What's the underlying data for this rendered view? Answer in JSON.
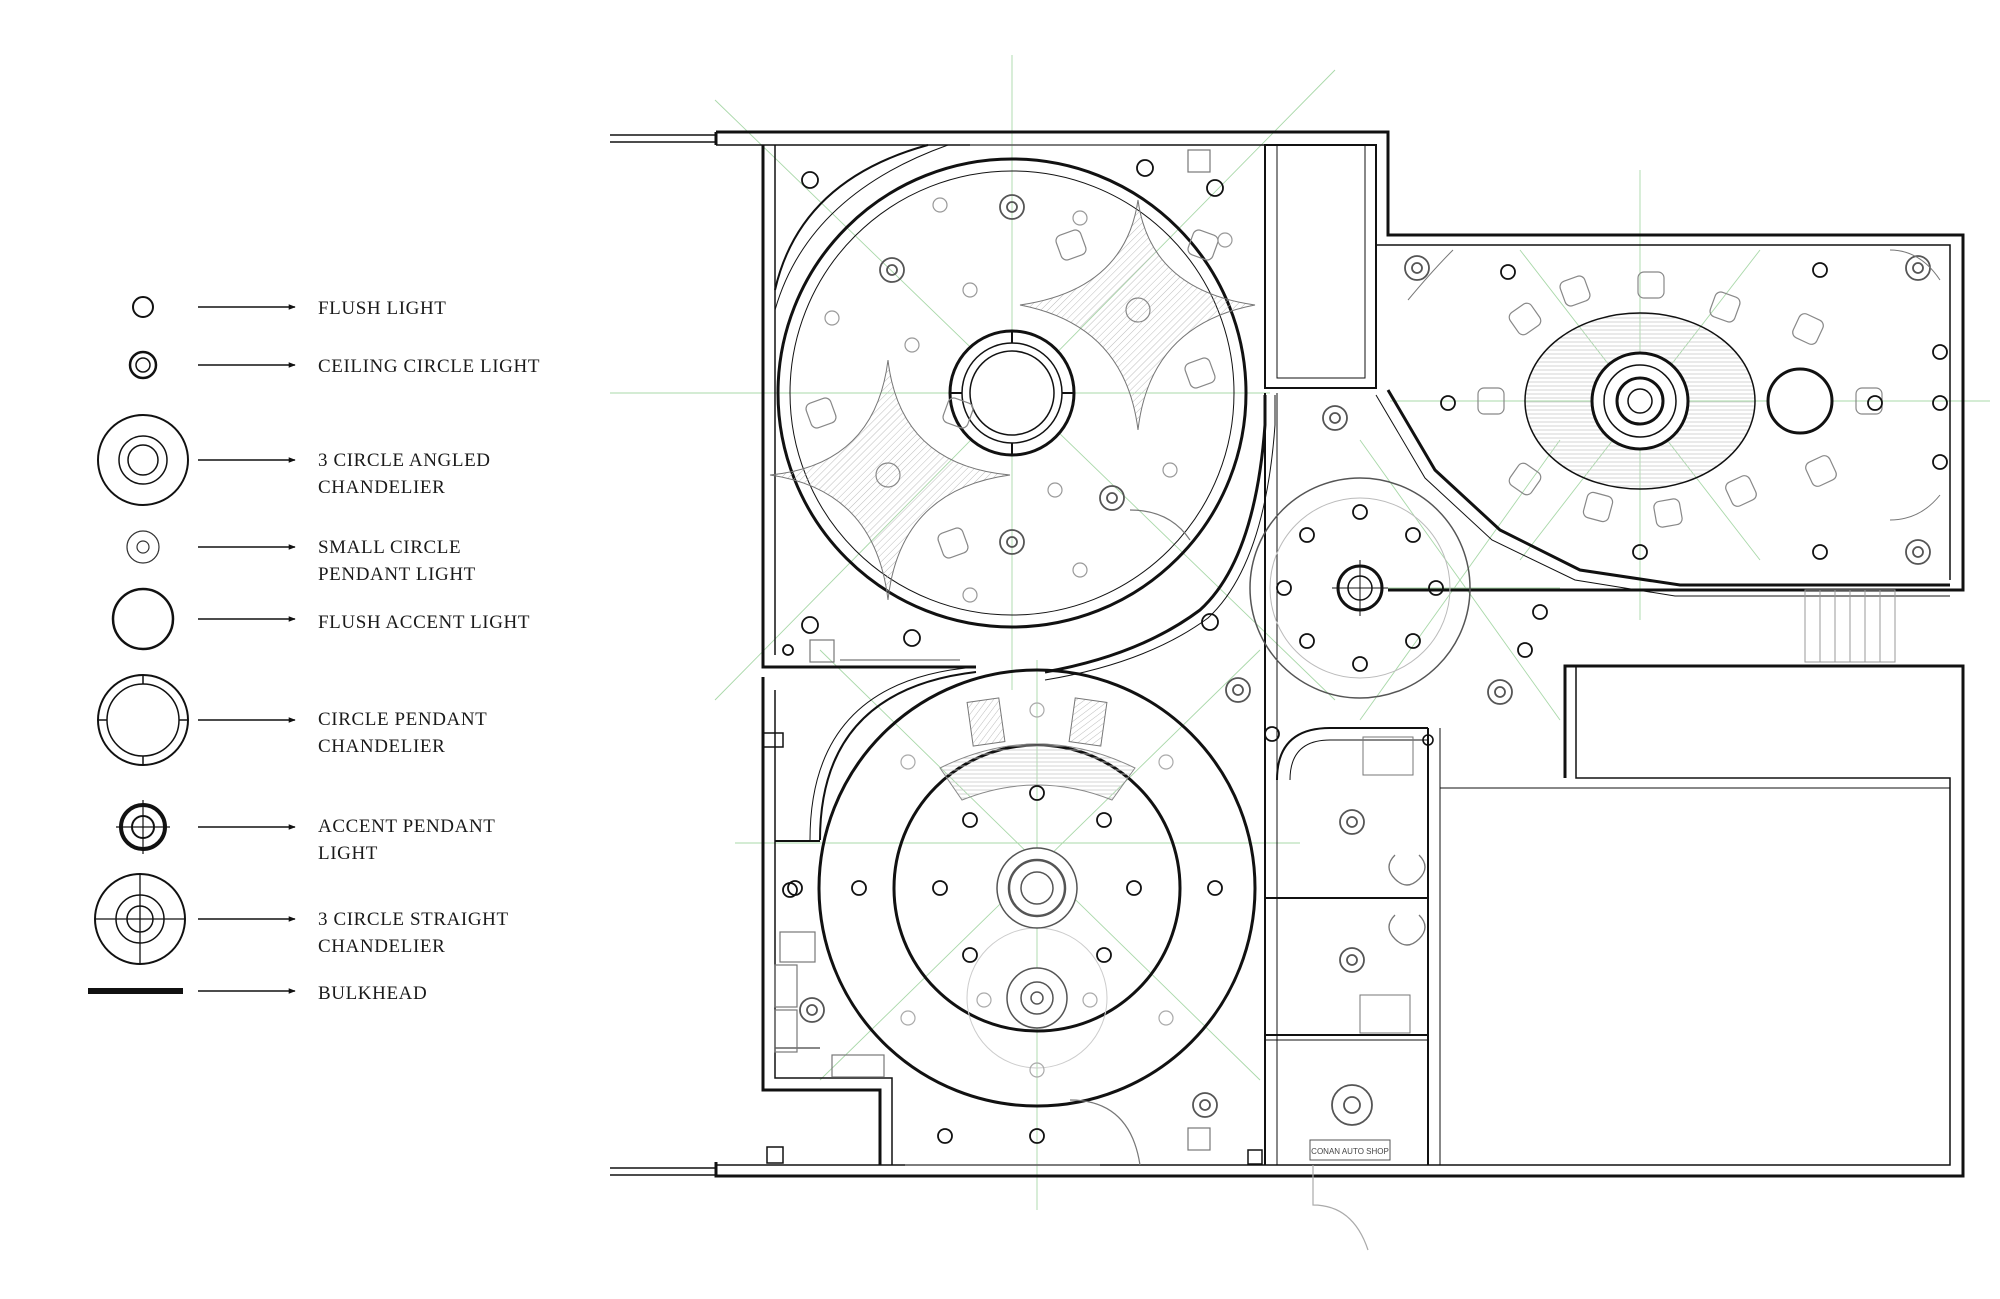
{
  "legend": {
    "items": [
      {
        "key": "flush",
        "symbol": "flush-light-icon",
        "lines": [
          "FLUSH LIGHT"
        ]
      },
      {
        "key": "ceiling",
        "symbol": "ceiling-circle-light-icon",
        "lines": [
          "CEILING CIRCLE LIGHT"
        ]
      },
      {
        "key": "angled",
        "symbol": "three-circle-angled-chandelier-icon",
        "lines": [
          "3 CIRCLE ANGLED",
          "CHANDELIER"
        ]
      },
      {
        "key": "small",
        "symbol": "small-circle-pendant-light-icon",
        "lines": [
          "SMALL CIRCLE",
          "PENDANT LIGHT"
        ]
      },
      {
        "key": "accent",
        "symbol": "flush-accent-light-icon",
        "lines": [
          "FLUSH ACCENT LIGHT"
        ]
      },
      {
        "key": "pendant",
        "symbol": "circle-pendant-chandelier-icon",
        "lines": [
          "CIRCLE PENDANT",
          "CHANDELIER"
        ]
      },
      {
        "key": "accentpendant",
        "symbol": "accent-pendant-light-icon",
        "lines": [
          "ACCENT PENDANT",
          "LIGHT"
        ]
      },
      {
        "key": "straight",
        "symbol": "three-circle-straight-chandelier-icon",
        "lines": [
          "3 CIRCLE STRAIGHT",
          "CHANDELIER"
        ]
      },
      {
        "key": "bulkhead",
        "symbol": "bulkhead-line-icon",
        "lines": [
          "BULKHEAD"
        ]
      }
    ]
  },
  "plan": {
    "shop_sign": "CONAN AUTO SHOP"
  },
  "colors": {
    "line": "#111111",
    "thin": "#666666",
    "guide": "#9bd19b",
    "hatch": "#bbbbbb"
  }
}
